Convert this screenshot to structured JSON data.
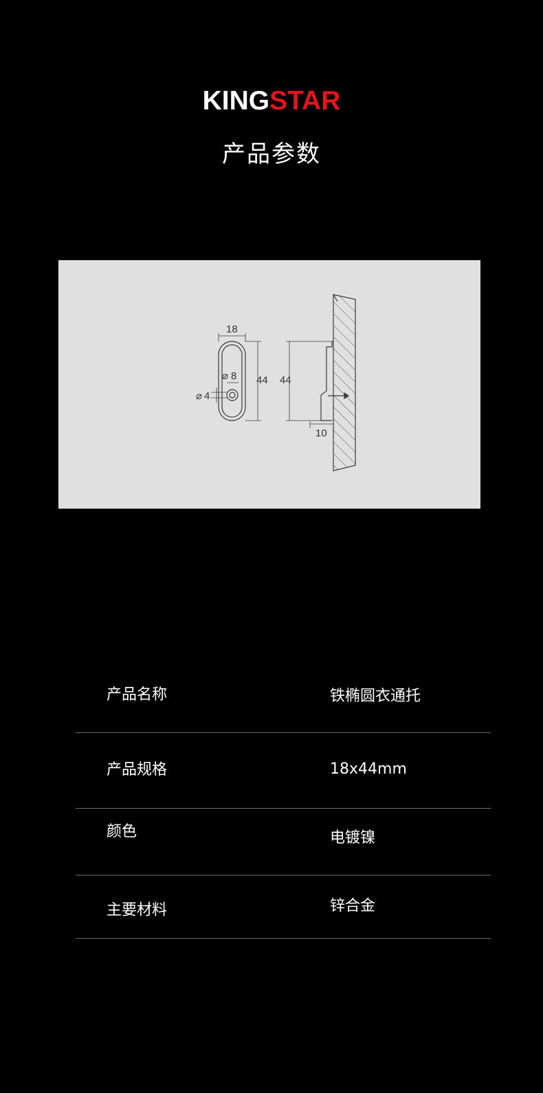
{
  "brand": {
    "part1": "KING",
    "part2": "STAR",
    "accent_color": "#e1161d"
  },
  "section_title": "产品参数",
  "drawing": {
    "dimensions": {
      "width": "18",
      "height_front": "44",
      "hole_large": "8",
      "hole_small": "4",
      "height_side": "44",
      "depth": "10"
    },
    "diameter_symbol": "⌀"
  },
  "specs": [
    {
      "label": "产品名称",
      "value": "铁椭圆衣通托"
    },
    {
      "label": "产品规格",
      "value": "18x44mm"
    },
    {
      "label": "颜色",
      "value": "电镀镍"
    },
    {
      "label": "主要材料",
      "value": "锌合金"
    }
  ]
}
